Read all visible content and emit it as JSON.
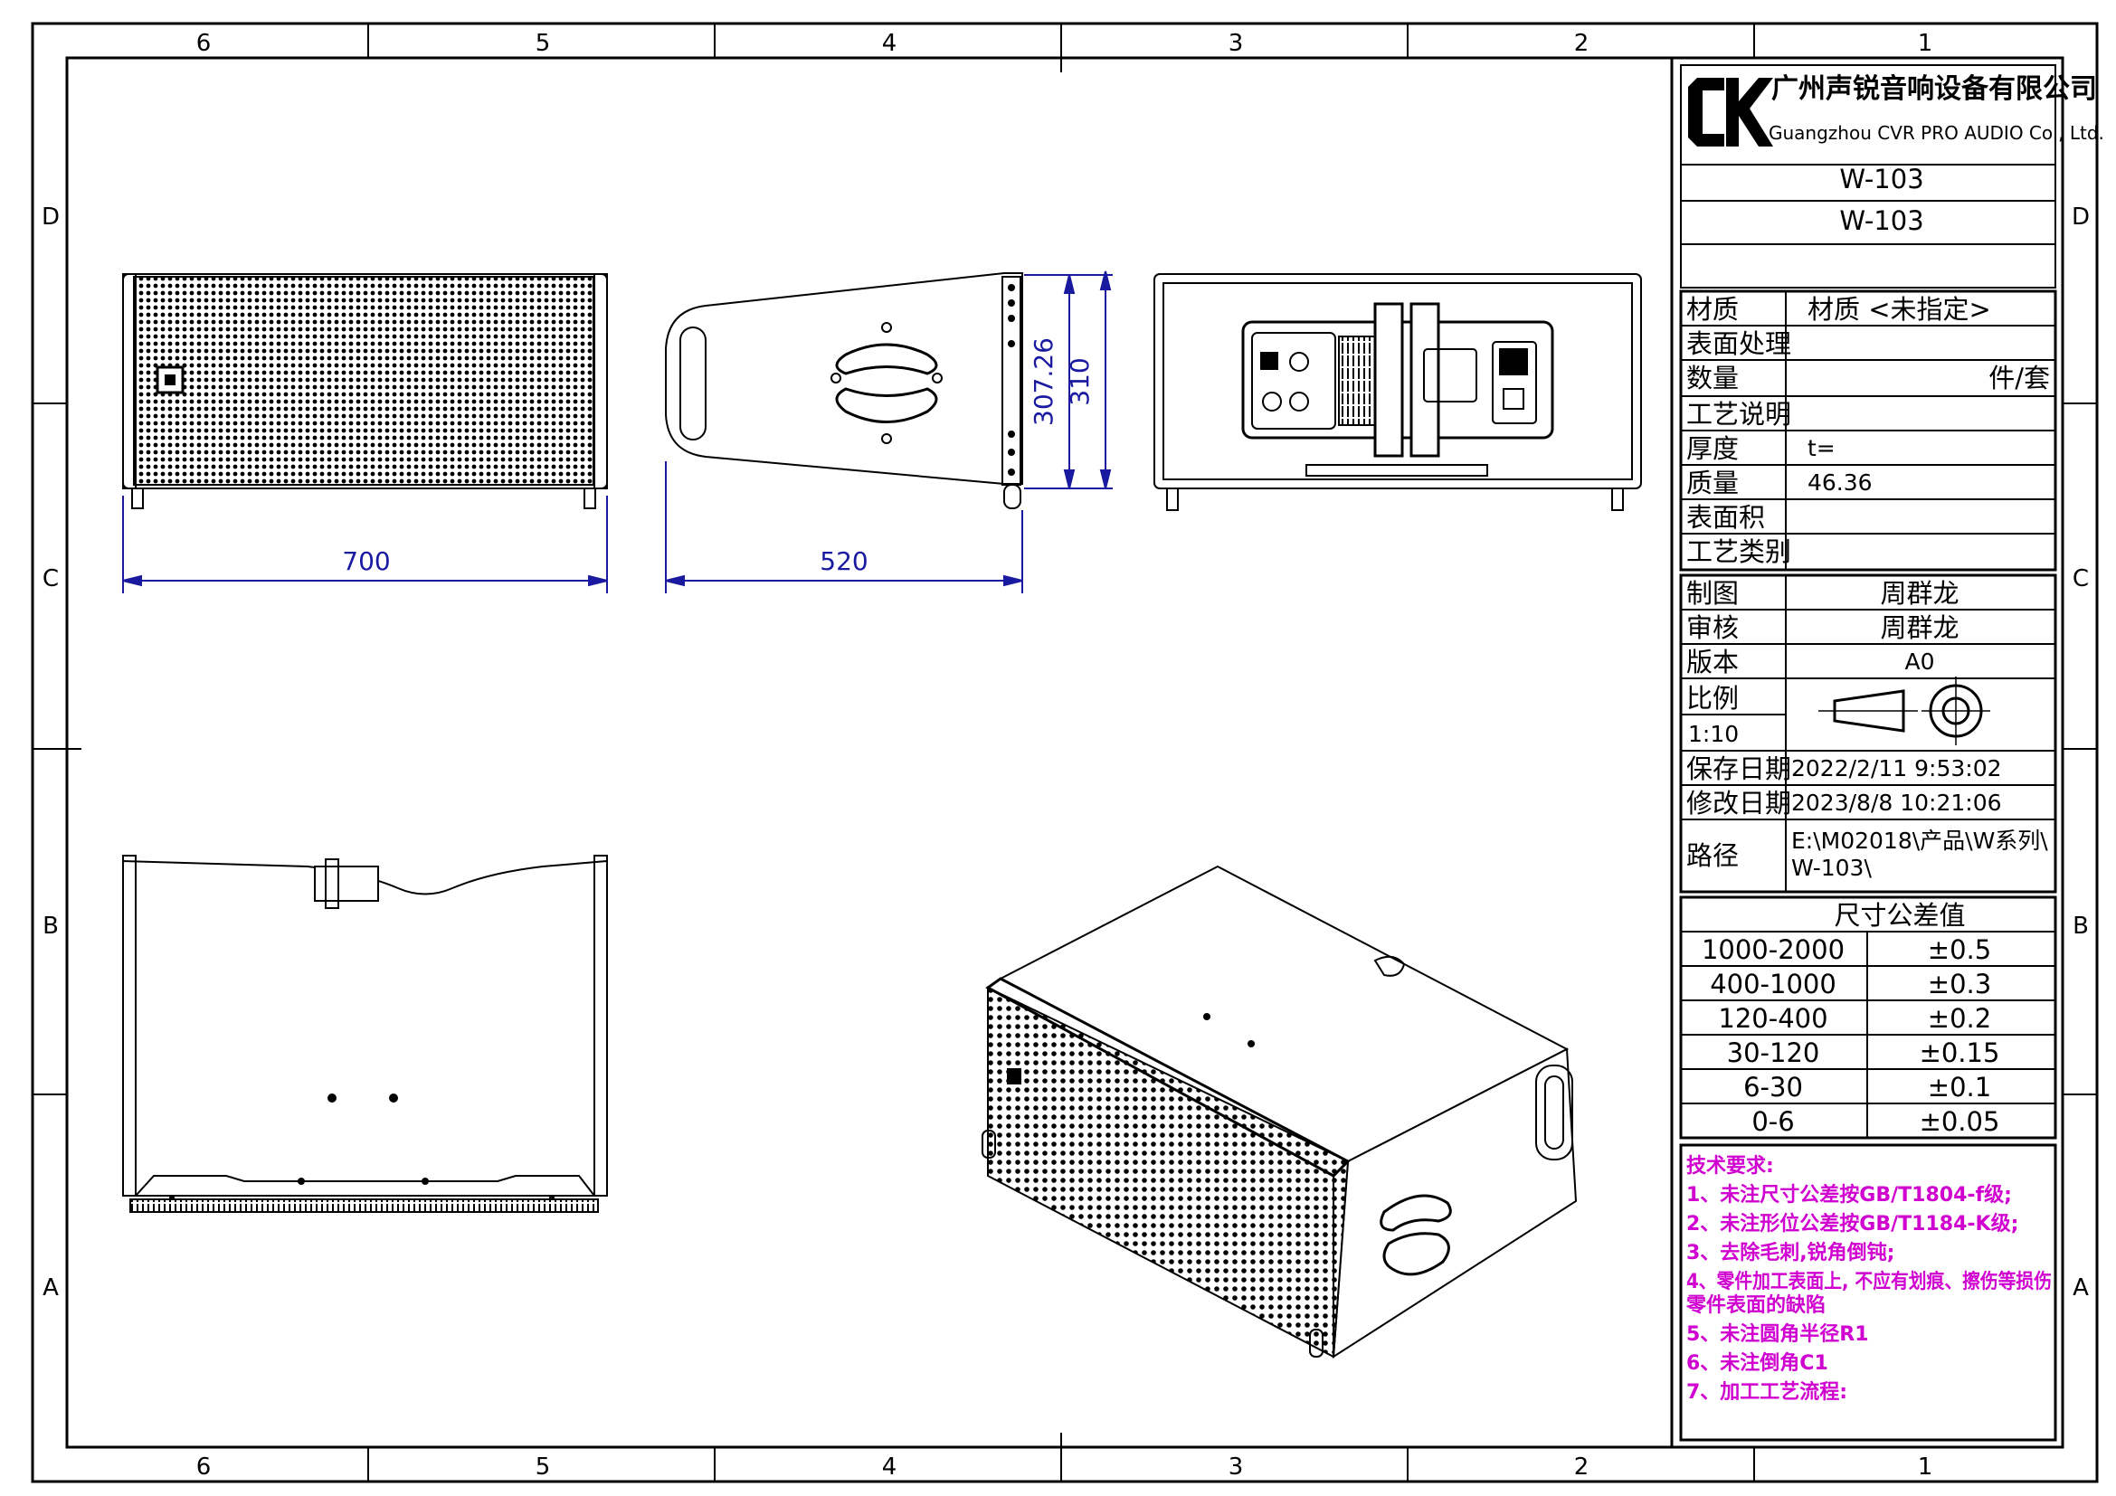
{
  "zones": {
    "top_cols": [
      "6",
      "5",
      "4",
      "3",
      "2",
      "1"
    ],
    "bottom_cols": [
      "6",
      "5",
      "4",
      "3",
      "2",
      "1"
    ],
    "left_rows": [
      "D",
      "C",
      "B",
      "A"
    ],
    "right_rows": [
      "D",
      "C",
      "B",
      "A"
    ]
  },
  "title_block": {
    "logo_text": "CK",
    "company_cn": "广州声锐音响设备有限公司",
    "company_en": "Guangzhou CVR PRO AUDIO Co., Ltd.",
    "drawing_name": "W-103",
    "drawing_number": "W-103",
    "material_label": "材质",
    "material_value": "材质 <未指定>",
    "surface_label": "表面处理",
    "quantity_label": "数量",
    "quantity_unit": "件/套",
    "process_note_label": "工艺说明",
    "thickness_label": "厚度",
    "thickness_value": "t=",
    "mass_label": "质量",
    "mass_value": "46.36",
    "area_label": "表面积",
    "process_type_label": "工艺类别",
    "drawn_label": "制图",
    "drawn_value": "周群龙",
    "checked_label": "审核",
    "checked_value": "周群龙",
    "version_label": "版本",
    "version_value": "A0",
    "scale_label": "比例",
    "scale_value": "1:10",
    "saved_label": "保存日期",
    "saved_value": "2022/2/11 9:53:02",
    "modified_label": "修改日期",
    "modified_value": "2023/8/8 10:21:06",
    "path_label": "路径",
    "path_line1": "E:\\M02018\\产品\\W系列\\",
    "path_line2": "W-103\\"
  },
  "tolerance": {
    "title": "尺寸公差值",
    "rows": [
      {
        "range": "1000-2000",
        "value": "±0.5"
      },
      {
        "range": "400-1000",
        "value": "±0.3"
      },
      {
        "range": "120-400",
        "value": "±0.2"
      },
      {
        "range": "30-120",
        "value": "±0.15"
      },
      {
        "range": "6-30",
        "value": "±0.1"
      },
      {
        "range": "0-6",
        "value": "±0.05"
      }
    ]
  },
  "notes": {
    "title": "技术要求:",
    "lines": [
      "1、未注尺寸公差按GB/T1804-f级;",
      "2、未注形位公差按GB/T1184-K级;",
      "3、去除毛刺,锐角倒钝;",
      "4、零件加工表面上, 不应有划痕、擦伤等损伤",
      "零件表面的缺陷",
      "5、未注圆角半径R1",
      "6、未注倒角C1",
      "7、加工工艺流程:"
    ]
  },
  "dimensions": {
    "front_width": "700",
    "side_depth": "520",
    "side_height_a": "307.26",
    "side_height_b": "310"
  },
  "colors": {
    "line": "#000000",
    "dimension": "#1a1aa0",
    "notes": "#d000d0"
  }
}
